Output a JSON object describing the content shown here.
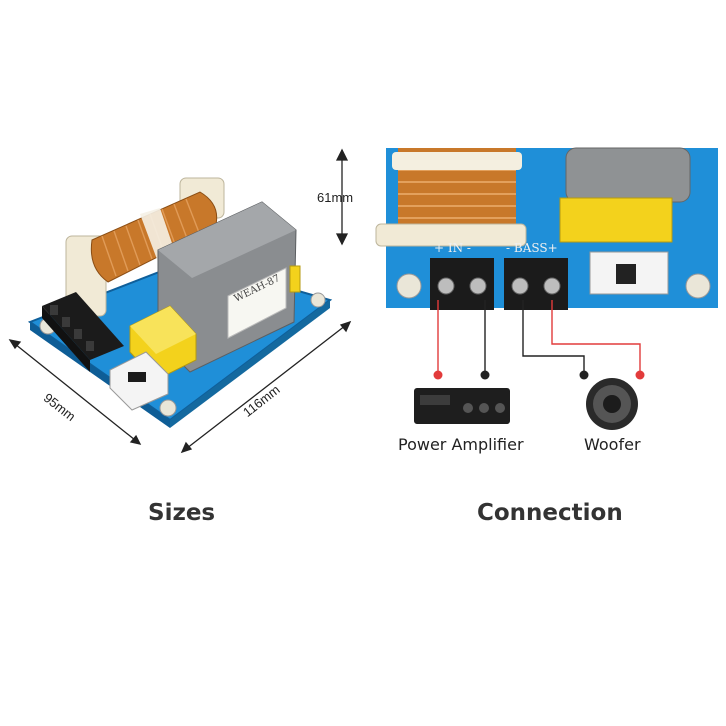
{
  "dimensions": {
    "height": "61mm",
    "depth": "95mm",
    "width": "116mm"
  },
  "board": {
    "model_text": "WEAH-87",
    "terminal_in_label": "+ IN -",
    "terminal_bass_label": "- BASS+"
  },
  "devices": {
    "amplifier_label": "Power Amplifier",
    "woofer_label": "Woofer"
  },
  "captions": {
    "sizes": "Sizes",
    "connection": "Connection"
  },
  "colors": {
    "board_blue": "#1f8fd8",
    "coil_copper": "#c8782a",
    "capacitor_yellow": "#f3d21c",
    "terminal_black": "#1b1b1b",
    "wire_red": "#e23b3b",
    "wire_black": "#222222"
  }
}
